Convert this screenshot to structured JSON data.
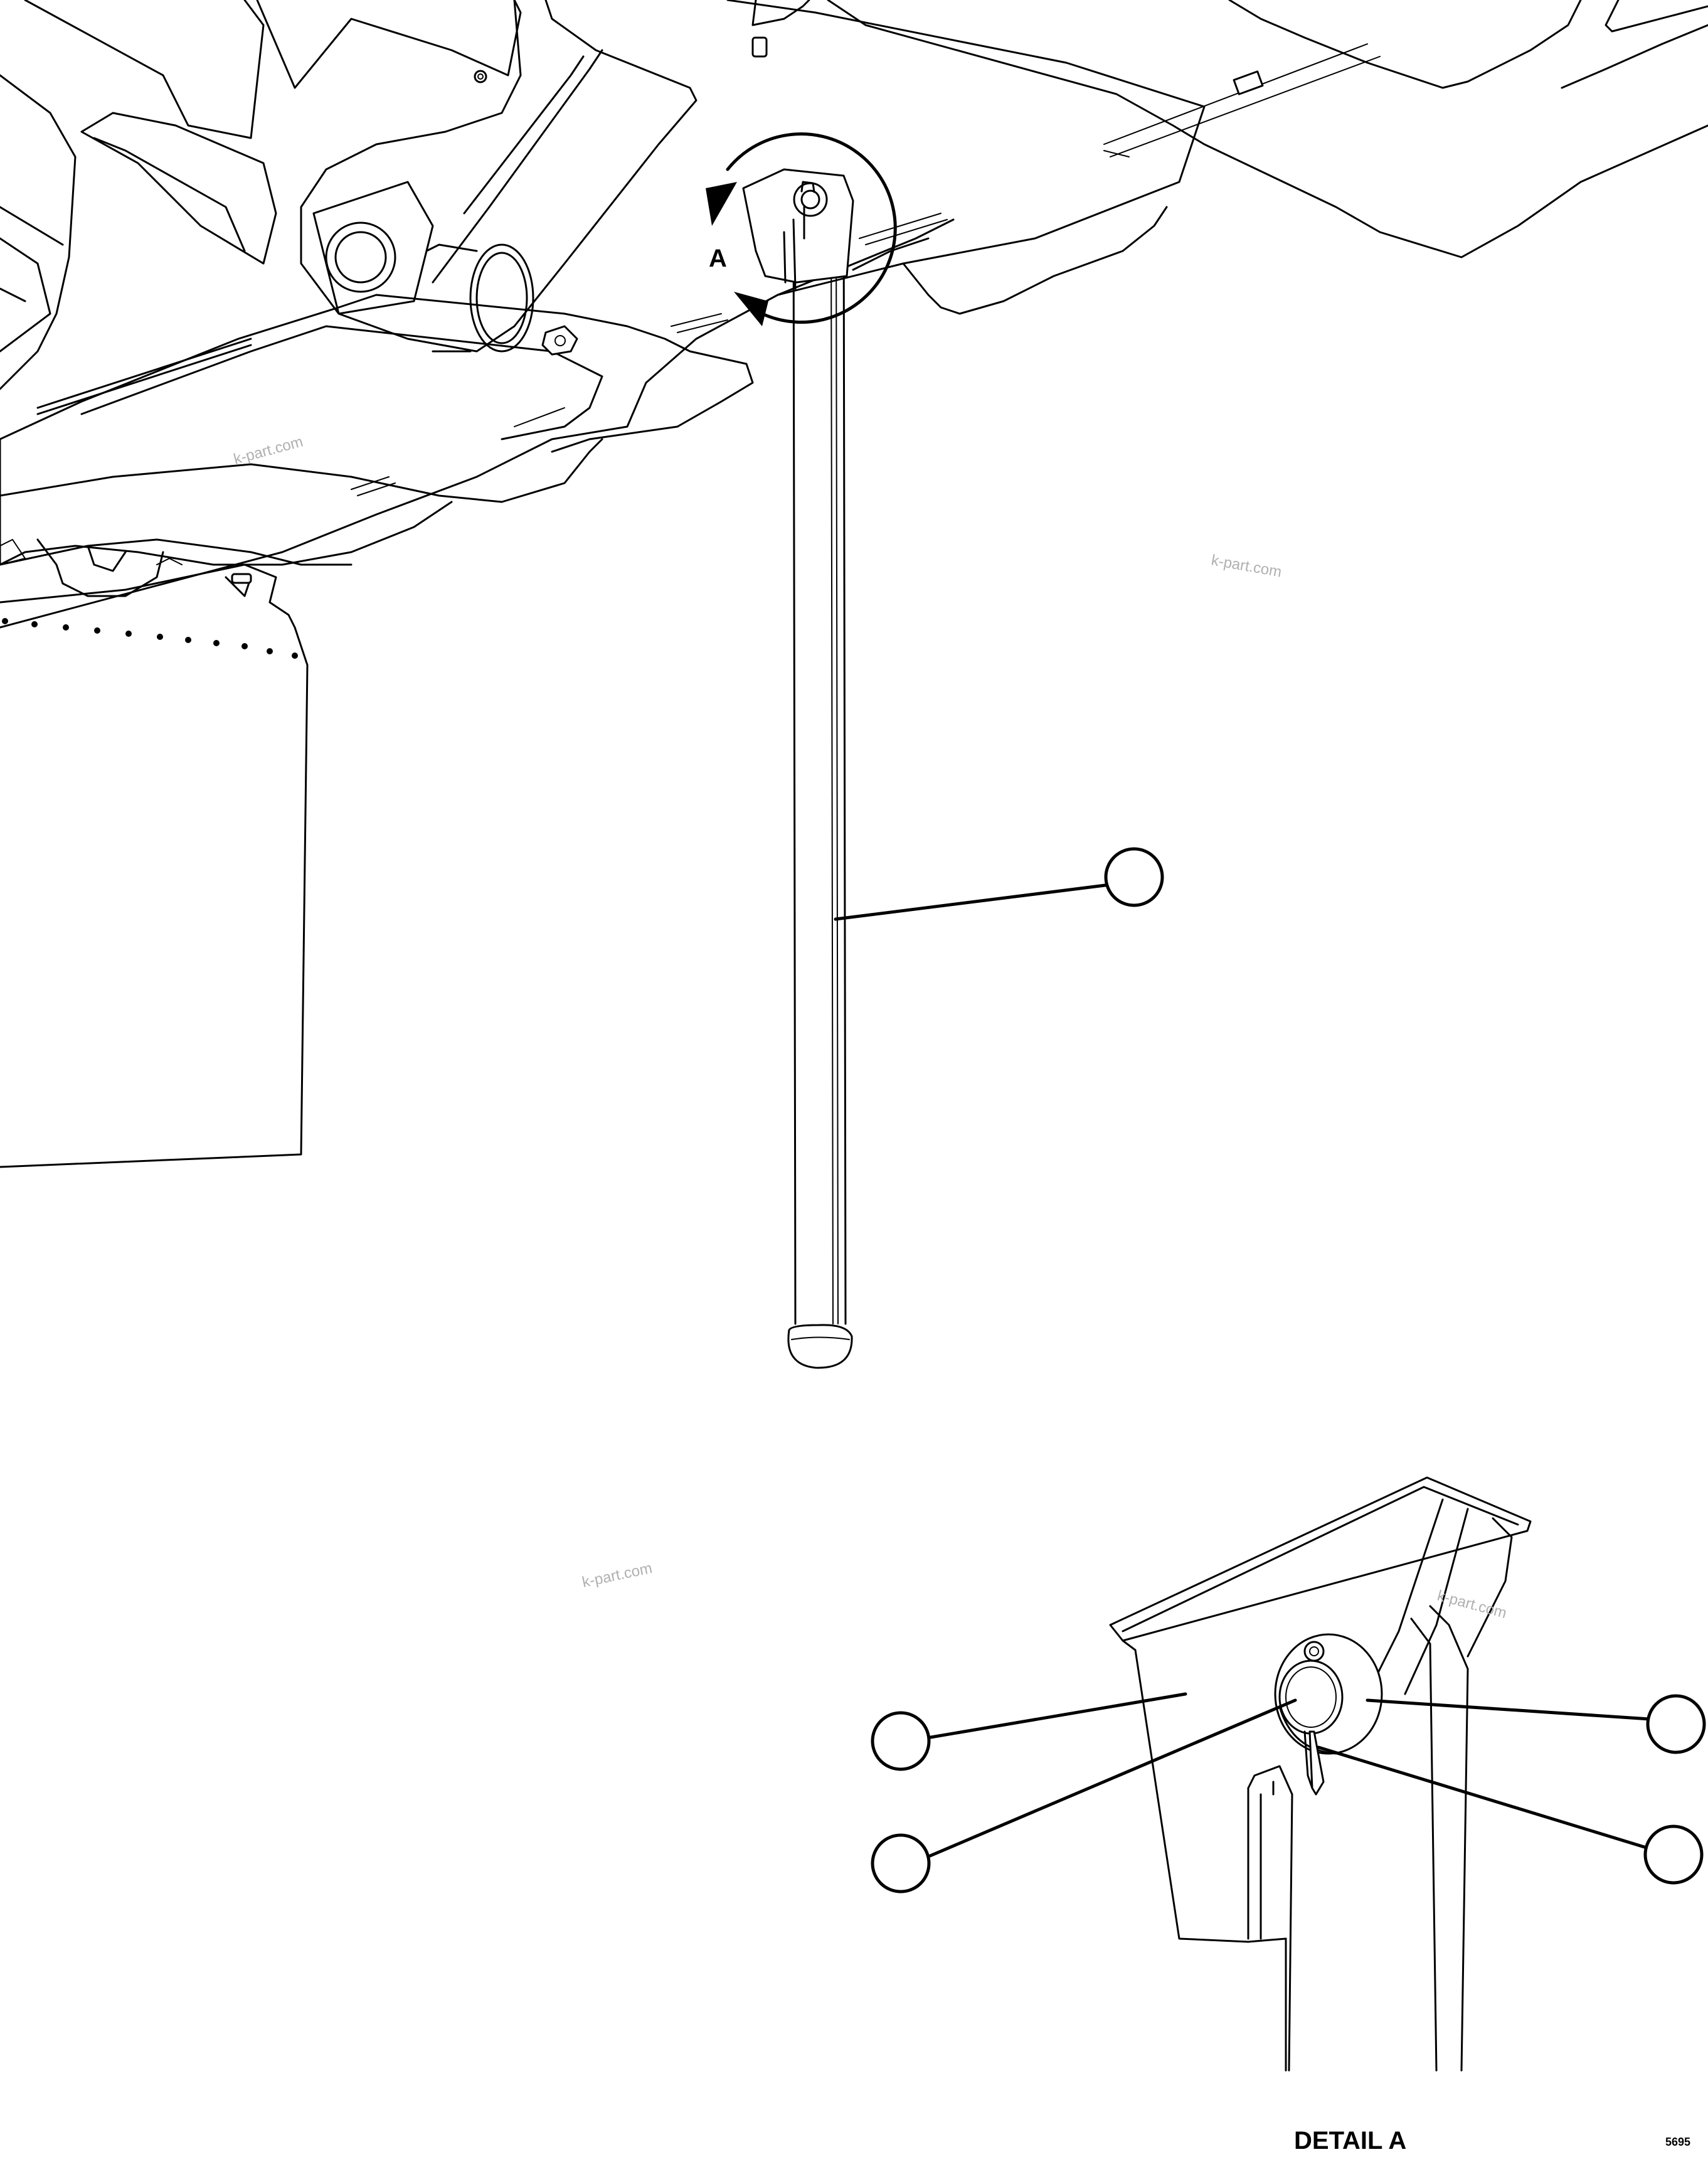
{
  "labels": {
    "detail_marker": "A",
    "detail_title": "DETAIL A",
    "drawing_number": "5695"
  },
  "watermarks": [
    "k-part.com",
    "k-part.com",
    "k-part.com",
    "k-part.com"
  ],
  "callouts": [
    {
      "id": "stand-rod",
      "text": ""
    },
    {
      "id": "bracket",
      "text": ""
    },
    {
      "id": "pin",
      "text": ""
    },
    {
      "id": "washer",
      "text": ""
    },
    {
      "id": "hair-pin",
      "text": ""
    }
  ],
  "colors": {
    "line": "#000000",
    "background": "#ffffff",
    "watermark": "#b0b0b0"
  }
}
